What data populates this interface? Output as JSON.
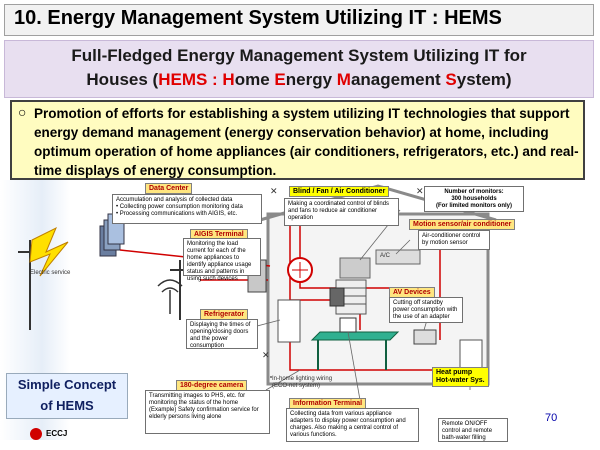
{
  "title": "10. Energy Management System Utilizing IT : HEMS",
  "subtitle": {
    "line1": "Full-Fledged Energy Management System Utilizing IT for",
    "line2_prefix": "Houses  (",
    "line2_hems": "HEMS : H",
    "line2_ome": "ome ",
    "line2_E": "E",
    "line2_nergy": "nergy ",
    "line2_M": "M",
    "line2_anagement": "anagement ",
    "line2_S": "S",
    "line2_ystem": "ystem)"
  },
  "bullet": {
    "mark": "○",
    "text": "Promotion of efforts for establishing a system utilizing IT technologies that support energy demand management (energy conservation behavior) at home, including optimum operation of home appliances (air conditioners, refrigerators, etc.) and real-time displays of energy consumption."
  },
  "diagram": {
    "data_center": {
      "tag": "Data Center",
      "text": "Accumulation and analysis of collected data\n• Collecting power consumption monitoring data\n• Processing communications with AIGIS, etc."
    },
    "aigis": {
      "tag": "AIGIS Terminal",
      "text": "Monitoring the load current for each of the home appliances to identify appliance usage status and patterns in using such devices"
    },
    "refrigerator": {
      "tag": "Refrigerator",
      "text": "Displaying the times of opening/closing doors and the power consumption"
    },
    "camera": {
      "tag": "180-degree camera",
      "text": "Transmitting images to PHS, etc. for monitoring the status of the home (Example) Safety confirmation service for elderly persons living alone"
    },
    "blind": {
      "tag": "Blind / Fan / Air Conditioner",
      "text": "Making a coordinated control of blinds and fans to reduce air conditioner operation"
    },
    "monitors": {
      "line1": "Number of monitors:",
      "line2": "300 households",
      "line3": "(For limited monitors only)"
    },
    "motion": {
      "tag": "Motion sensor/air conditioner",
      "text": "Air-conditioner control by motion sensor"
    },
    "av": {
      "tag": "AV Devices",
      "text": "Cutting off standby power consumption with the use of an adapter"
    },
    "info": {
      "tag": "Information Terminal",
      "text": "Collecting data from various appliance adapters to display power consumption and charges. Also making a central control of various functions."
    },
    "heatpump": {
      "tag1": "Heat pump",
      "tag2": "Hot-water Sys.",
      "text": "Remote ON/OFF control and remote bath-water filling"
    },
    "lighting": "In-home lighting wiring (ECO-net system)",
    "ac_label": "A/C",
    "el_label": "Electric service"
  },
  "concept": {
    "line1": "Simple Concept",
    "line2": "of HEMS"
  },
  "page_number": "70",
  "logo_text": "ECCJ"
}
